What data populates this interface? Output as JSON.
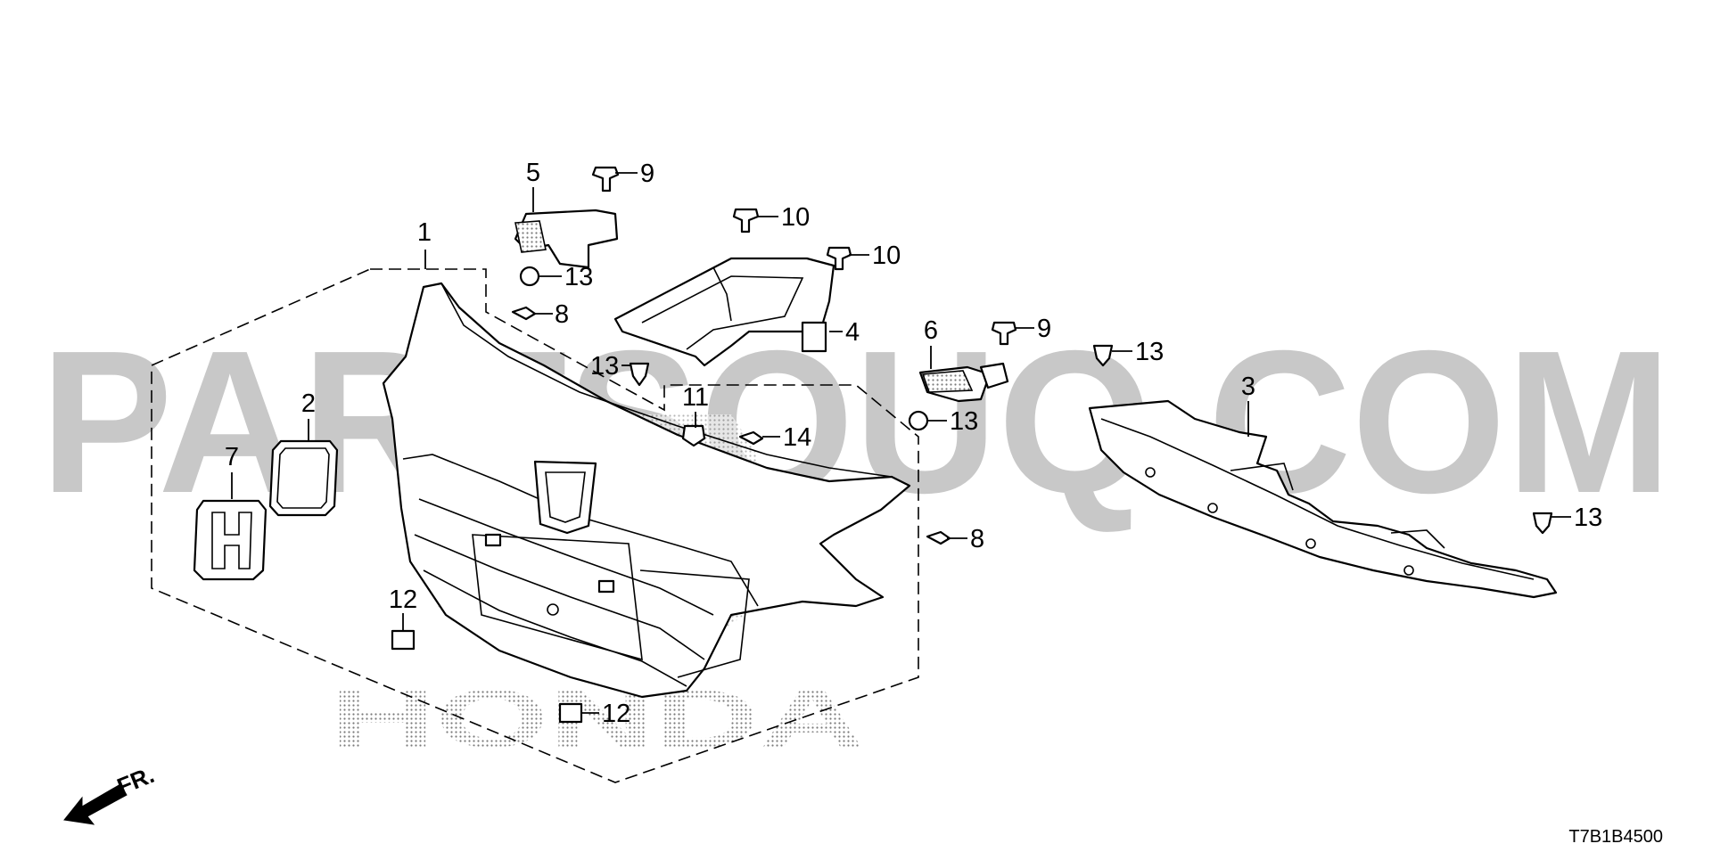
{
  "watermark": {
    "text": "PARTSOUQ.COM",
    "color": "#c8c8c8"
  },
  "brand_watermark": {
    "text": "HONDA"
  },
  "diagram_code": "T7B1B4500",
  "direction_label": "FR.",
  "callouts": [
    {
      "id": "c1",
      "label": "1"
    },
    {
      "id": "c2",
      "label": "2"
    },
    {
      "id": "c3",
      "label": "3"
    },
    {
      "id": "c4",
      "label": "4"
    },
    {
      "id": "c5",
      "label": "5"
    },
    {
      "id": "c6",
      "label": "6"
    },
    {
      "id": "c7",
      "label": "7"
    },
    {
      "id": "c8a",
      "label": "8"
    },
    {
      "id": "c8b",
      "label": "8"
    },
    {
      "id": "c9a",
      "label": "9"
    },
    {
      "id": "c9b",
      "label": "9"
    },
    {
      "id": "c10a",
      "label": "10"
    },
    {
      "id": "c10b",
      "label": "10"
    },
    {
      "id": "c11",
      "label": "11"
    },
    {
      "id": "c12a",
      "label": "12"
    },
    {
      "id": "c12b",
      "label": "12"
    },
    {
      "id": "c13a",
      "label": "13"
    },
    {
      "id": "c13b",
      "label": "13"
    },
    {
      "id": "c13c",
      "label": "13"
    },
    {
      "id": "c13d",
      "label": "13"
    },
    {
      "id": "c13e",
      "label": "13"
    },
    {
      "id": "c14",
      "label": "14"
    }
  ]
}
